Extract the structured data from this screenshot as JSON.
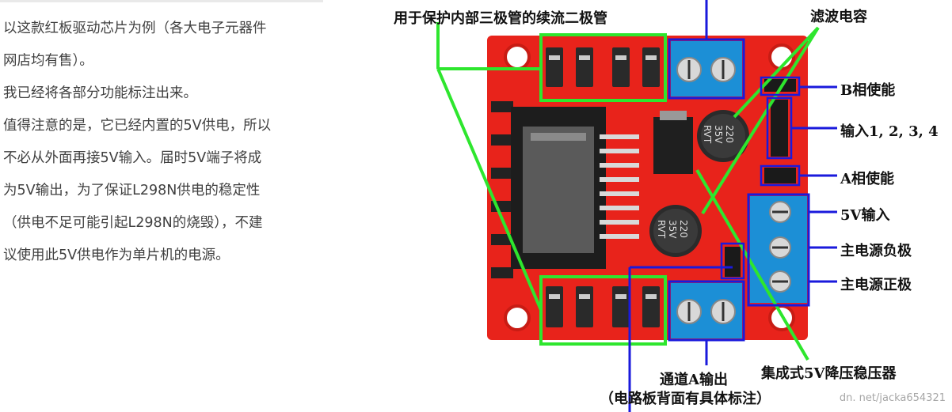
{
  "article": {
    "lines": [
      "以这款红板驱动芯片为例（各大电子元器件",
      "网店均有售）。",
      "我已经将各部分功能标注出来。",
      "值得注意的是，它已经内置的5V供电，所以",
      "不必从外面再接5V输入。届时5V端子将成",
      "为5V输出，为了保证L298N供电的稳定性",
      "（供电不足可能引起L298N的烧毁），不建",
      "议使用此5V供电作为单片机的电源。"
    ]
  },
  "figure": {
    "labels": {
      "freewheel_diodes": "用于保护内部三极管的续流二极管",
      "filter_capacitor": "滤波电容",
      "b_enable": "B相使能",
      "inputs": "输入1, 2, 3, 4",
      "a_enable": "A相使能",
      "five_v_input": "5V输入",
      "main_negative": "主电源负极",
      "main_positive": "主电源正极",
      "regulator": "集成式5V降压稳压器",
      "channel_a_output": "通道A输出",
      "back_note": "（电路板背面有具体标注）"
    },
    "capacitor_marking": [
      "220",
      "35V",
      "RVT"
    ],
    "watermark": "dn. net/jacka654321"
  },
  "colors": {
    "pcb_red": "#e8231b",
    "annotation_green": "#2ee62e",
    "annotation_blue": "#1a1adc",
    "terminal_blue": "#1c8fd6"
  }
}
